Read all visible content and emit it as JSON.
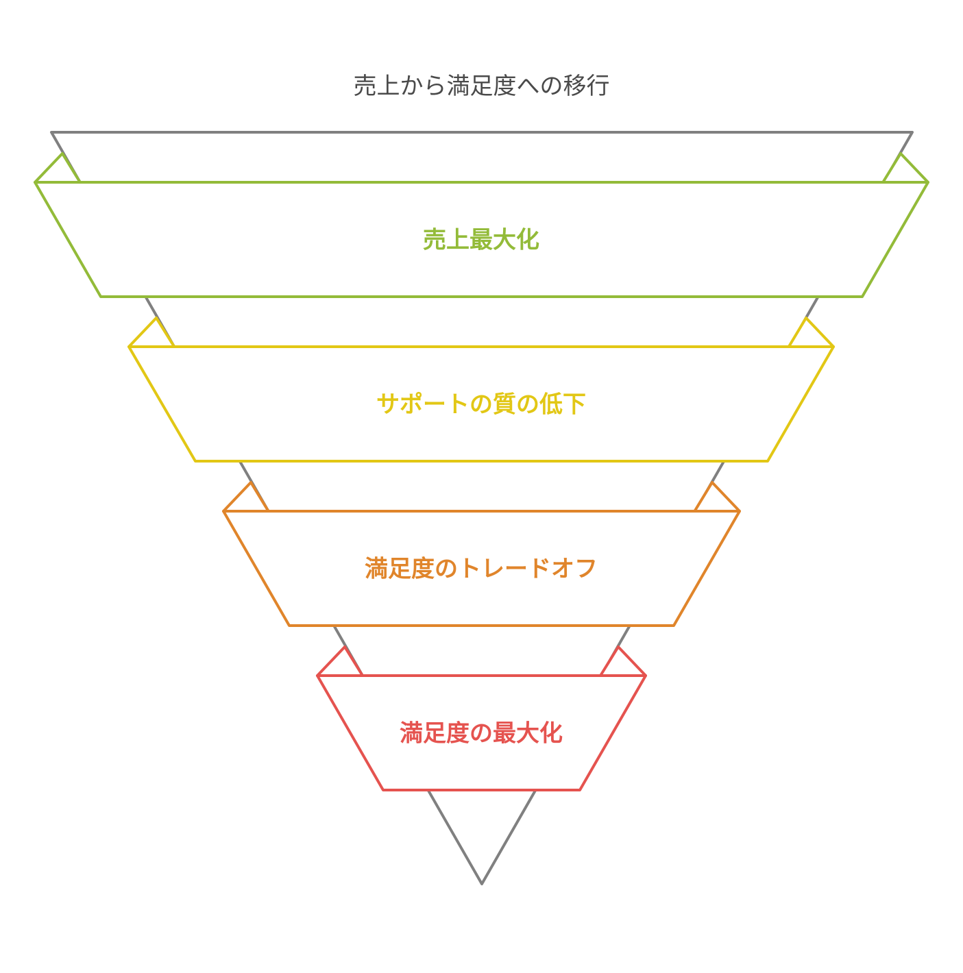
{
  "title": "売上から満足度への移行",
  "outline_color": "#808080",
  "stages": [
    {
      "label": "売上最大化",
      "color": "#93bb39"
    },
    {
      "label": "サポートの質の低下",
      "color": "#e2c715"
    },
    {
      "label": "満足度のトレードオフ",
      "color": "#e0852b"
    },
    {
      "label": "満足度の最大化",
      "color": "#e5534f"
    }
  ]
}
